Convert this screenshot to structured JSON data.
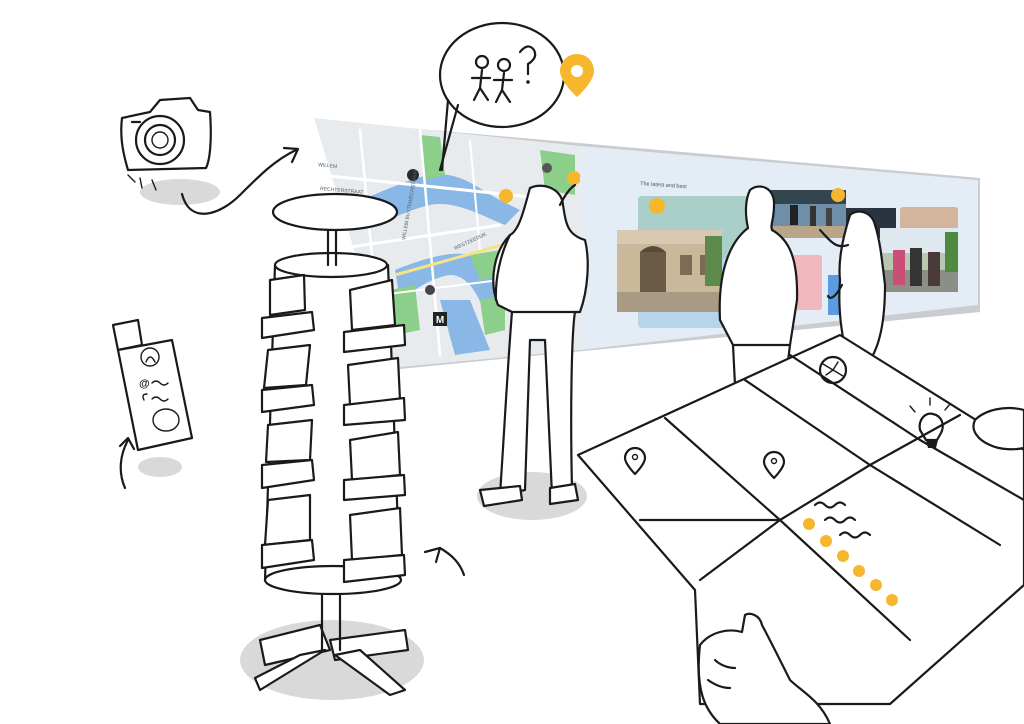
{
  "colors": {
    "accent": "#f6b72c",
    "map_water": "#8ab8e6",
    "map_land": "#e8ebee",
    "map_park": "#8ccf8a",
    "screen_panel": "#e4edf5",
    "shadow": "#d9d9d9",
    "ink": "#1a1a1a"
  },
  "map_labels": {
    "street_1": "WILLEM",
    "street_2": "RECHTERSTRAAT",
    "street_3": "WILLEM BUYTEWECHSTRAAT",
    "street_4": "WESTZEEDIJK",
    "metro": "M"
  },
  "screen": {
    "latest_heading": "The latest and best"
  },
  "icons": [
    "camera-icon",
    "people-question-icon",
    "location-pin-icon",
    "brochure-icon",
    "lightbulb-icon",
    "compass-icon",
    "map-pin-icon"
  ]
}
